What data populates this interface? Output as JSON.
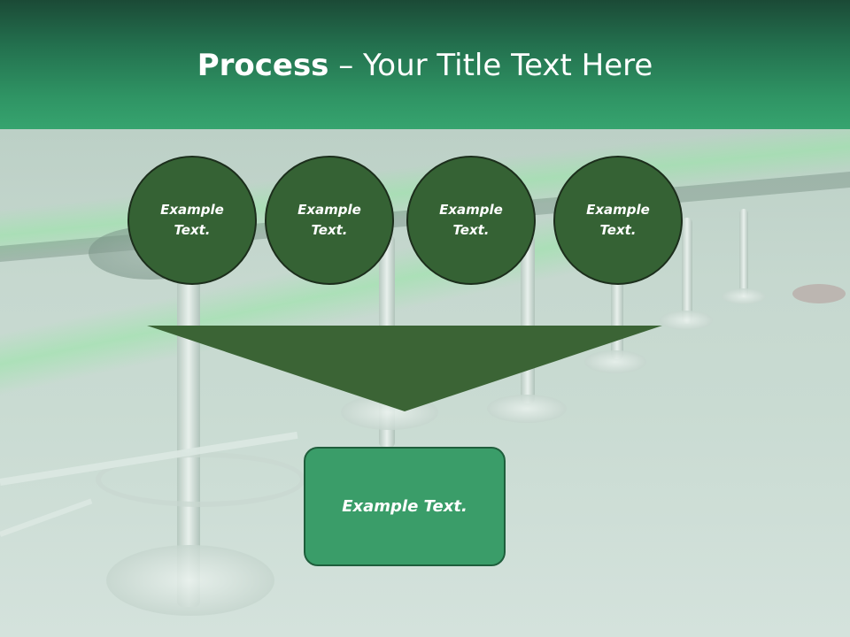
{
  "header": {
    "title_bold": "Process",
    "title_rest": " – Your Title Text Here"
  },
  "circles": [
    {
      "label": "Example Text."
    },
    {
      "label": "Example Text."
    },
    {
      "label": "Example Text."
    },
    {
      "label": "Example Text."
    }
  ],
  "result": {
    "label": "Example Text."
  },
  "colors": {
    "header_dark": "#1b4a36",
    "header_light": "#36a46f",
    "circle_fill": "#356234",
    "funnel_fill": "#3b6435",
    "result_fill": "#3a9d69"
  }
}
